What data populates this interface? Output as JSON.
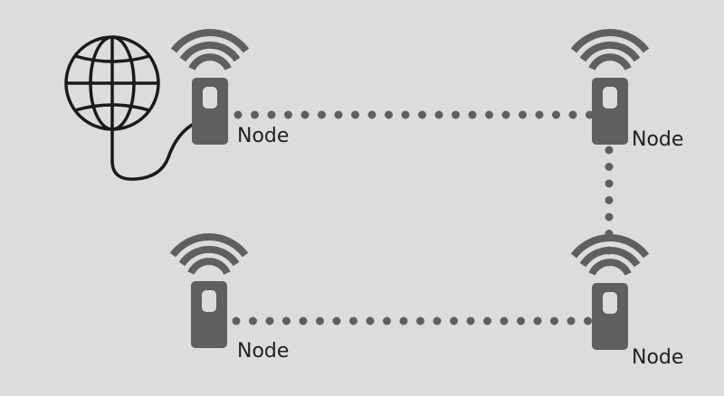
{
  "diagram": {
    "background": "#dcdcdc",
    "device_color": "#5f5f5f",
    "link_color": "#5f5f5f",
    "cable_color": "#1a1a1a",
    "globe_icon": "globe-icon",
    "device_icon": "plug-in-extender-icon",
    "signal_icon": "wifi-signal-icon",
    "nodes": [
      {
        "id": "top-left",
        "label": "Node"
      },
      {
        "id": "top-right",
        "label": "Node"
      },
      {
        "id": "bottom-left",
        "label": "Node"
      },
      {
        "id": "bottom-right",
        "label": "Node"
      }
    ],
    "links": [
      {
        "from": "top-left",
        "to": "top-right",
        "style": "dotted"
      },
      {
        "from": "top-right",
        "to": "bottom-right",
        "style": "dotted"
      },
      {
        "from": "bottom-left",
        "to": "bottom-right",
        "style": "dotted"
      }
    ],
    "wired_link": {
      "from": "internet",
      "to": "top-left"
    }
  }
}
